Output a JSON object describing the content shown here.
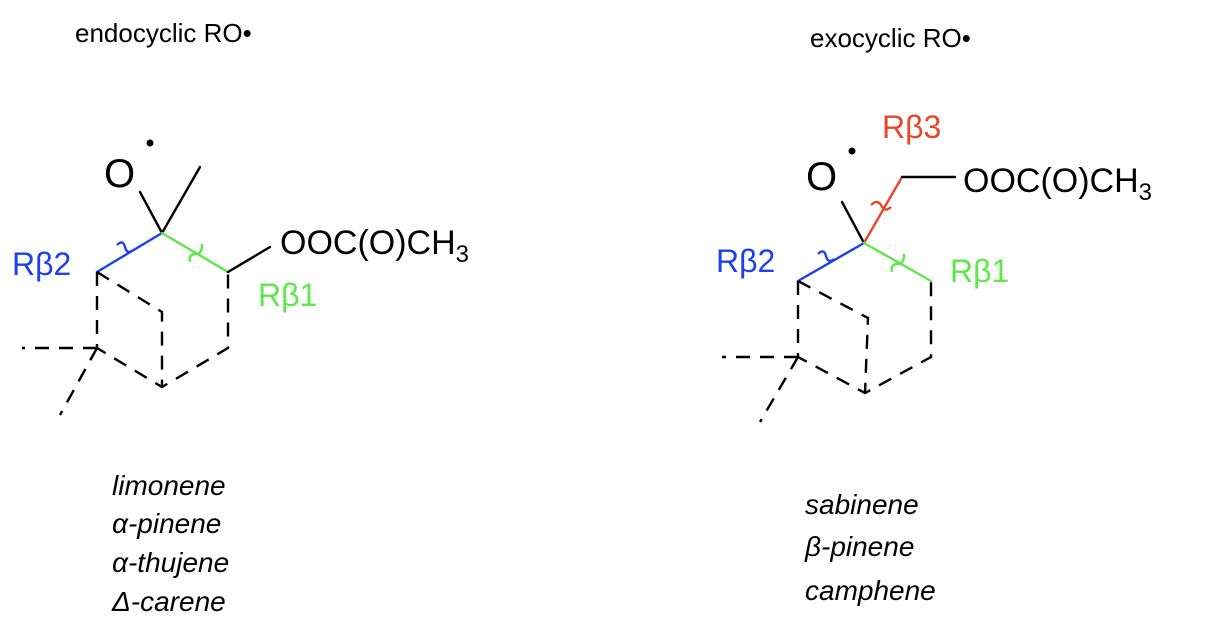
{
  "colors": {
    "rb1": "#5fe84a",
    "rb2": "#1c3ff0",
    "rb3": "#e8462a",
    "bond": "#000000"
  },
  "endocyclic": {
    "title": "endocyclic RO•",
    "radical_atom": "O",
    "substituent": "OOC(O)CH",
    "substituent_sub": "3",
    "labels": {
      "rb1": "Rβ1",
      "rb2": "Rβ2"
    },
    "monoterpenes": [
      "limonene",
      "α-pinene",
      "α-thujene",
      "Δ-carene"
    ]
  },
  "exocyclic": {
    "title": "exocyclic RO•",
    "radical_atom": "O",
    "substituent": "OOC(O)CH",
    "substituent_sub": "3",
    "labels": {
      "rb1": "Rβ1",
      "rb2": "Rβ2",
      "rb3": "Rβ3"
    },
    "monoterpenes": [
      "sabinene",
      "β-pinene",
      "camphene"
    ]
  }
}
